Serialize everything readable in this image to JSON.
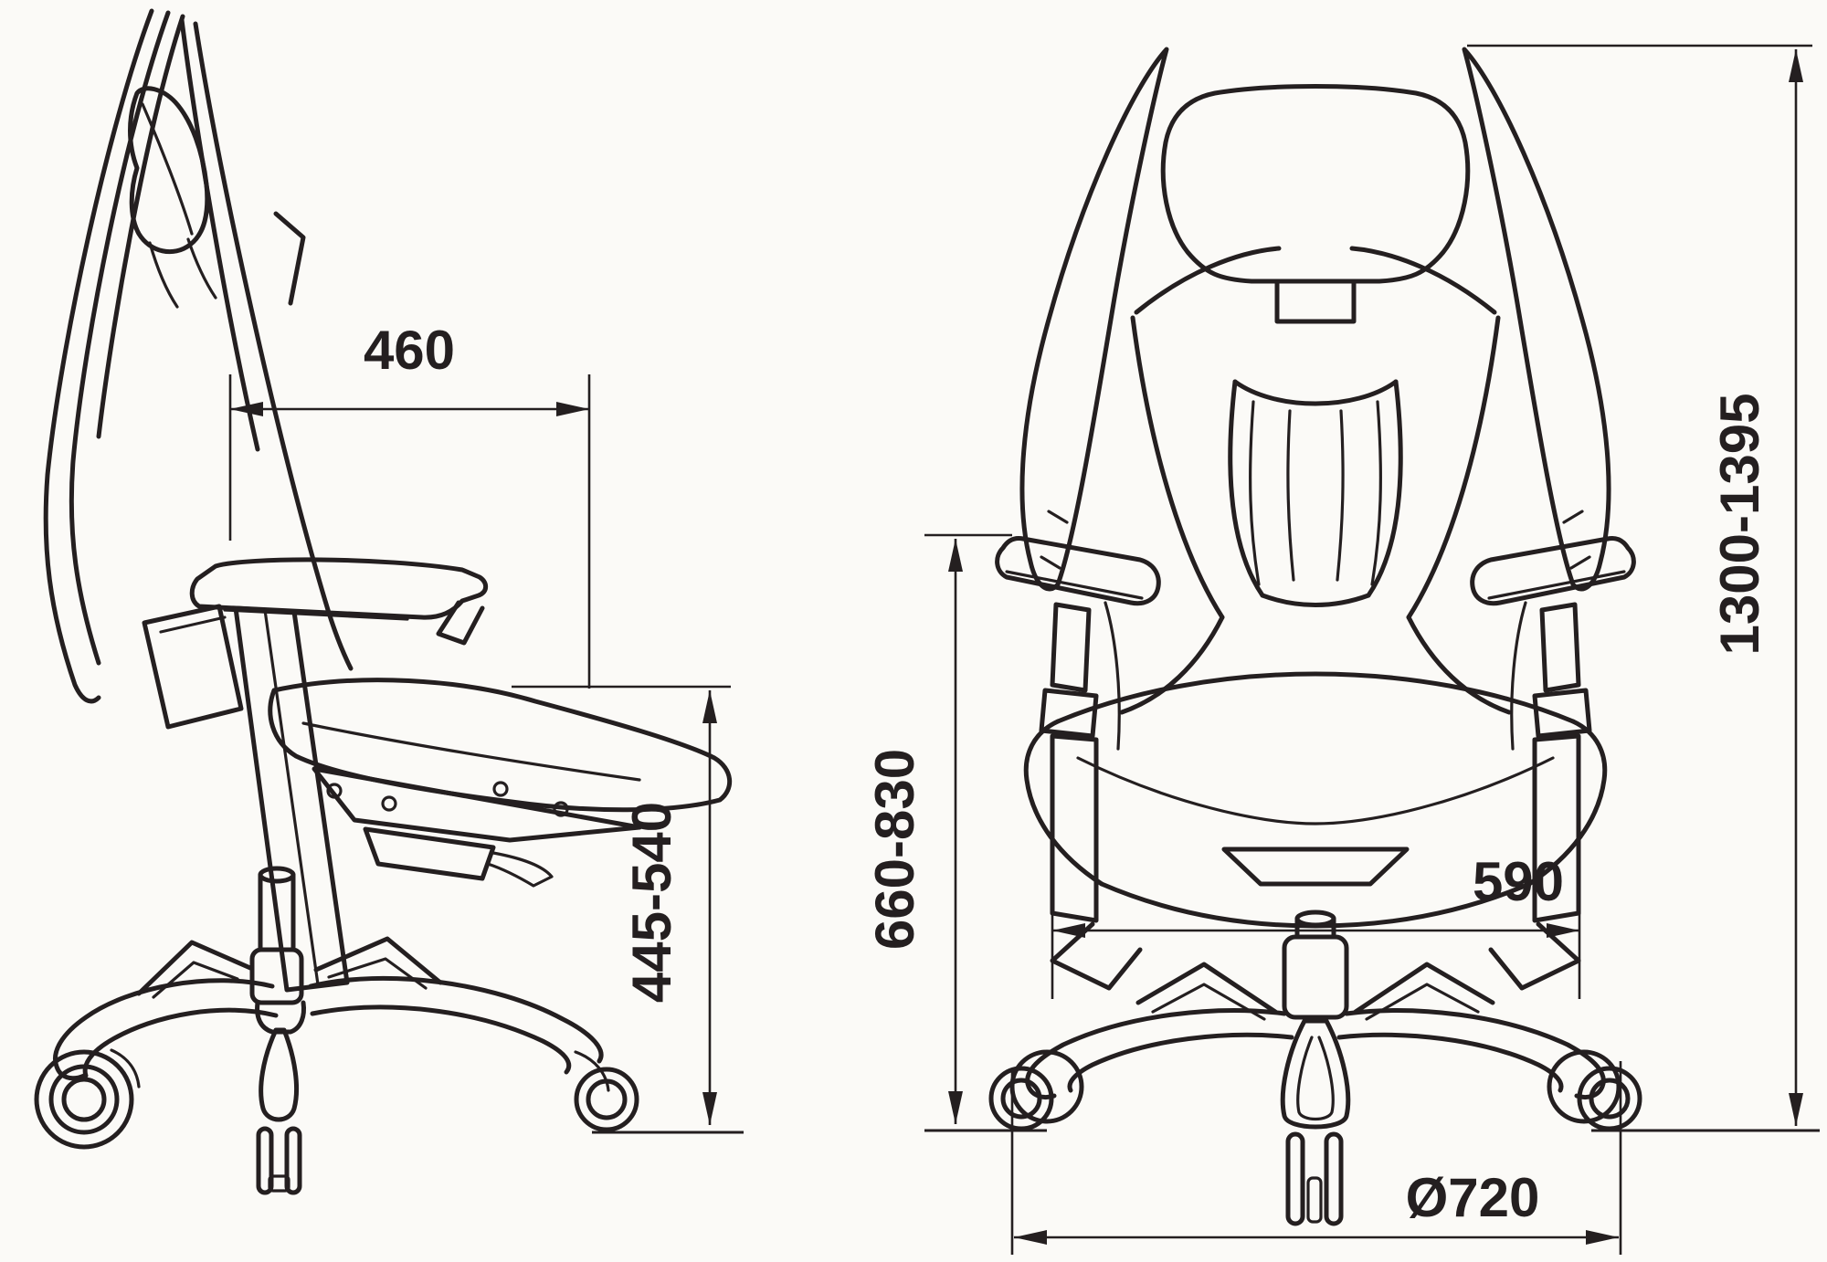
{
  "drawing": {
    "background": "#fbfaf7",
    "ink": "#241f20",
    "dims": {
      "seat_depth": {
        "label": "460"
      },
      "seat_height": {
        "label": "445-540"
      },
      "armrest_height": {
        "label": "660-830"
      },
      "seat_width": {
        "label": "590"
      },
      "overall_height": {
        "label": "1300-1395"
      },
      "base_diameter": {
        "label": "Ø720"
      }
    }
  }
}
